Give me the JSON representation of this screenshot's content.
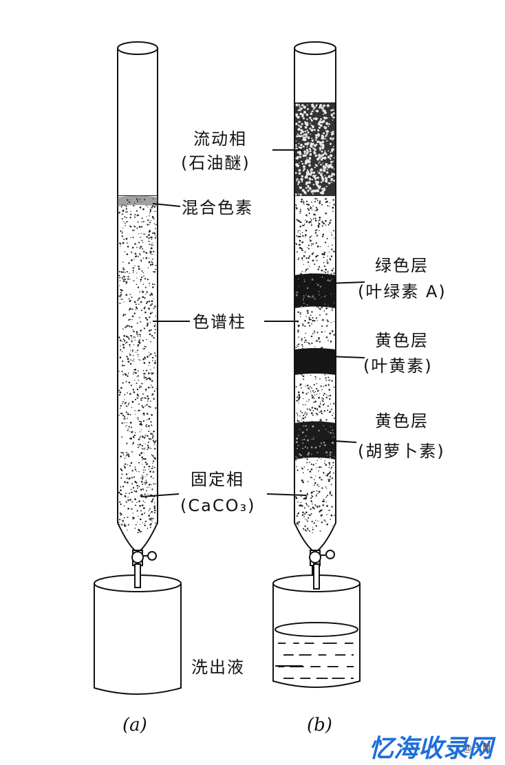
{
  "labels": {
    "mixed_pigment": "混合色素",
    "column": "色谱柱",
    "stationary_phase_line1": "固定相",
    "stationary_phase_line2": "(CaCO₃)",
    "mobile_phase_line1": "流动相",
    "mobile_phase_line2": "(石油醚)",
    "green_layer_line1": "绿色层",
    "green_layer_line2": "(叶绿素 A)",
    "yellow_layer1_line1": "黄色层",
    "yellow_layer1_line2": "(叶黄素)",
    "yellow_layer2_line1": "黄色层",
    "yellow_layer2_line2": "(胡萝卜素)",
    "eluate": "洗出液"
  },
  "captions": {
    "a": "(a)",
    "b": "(b)"
  },
  "watermark": {
    "main": "忆海收录网",
    "sub": "@一自",
    "color": "#1e6fd9"
  },
  "colors": {
    "ink": "#111111",
    "dark_band": "#161616"
  }
}
